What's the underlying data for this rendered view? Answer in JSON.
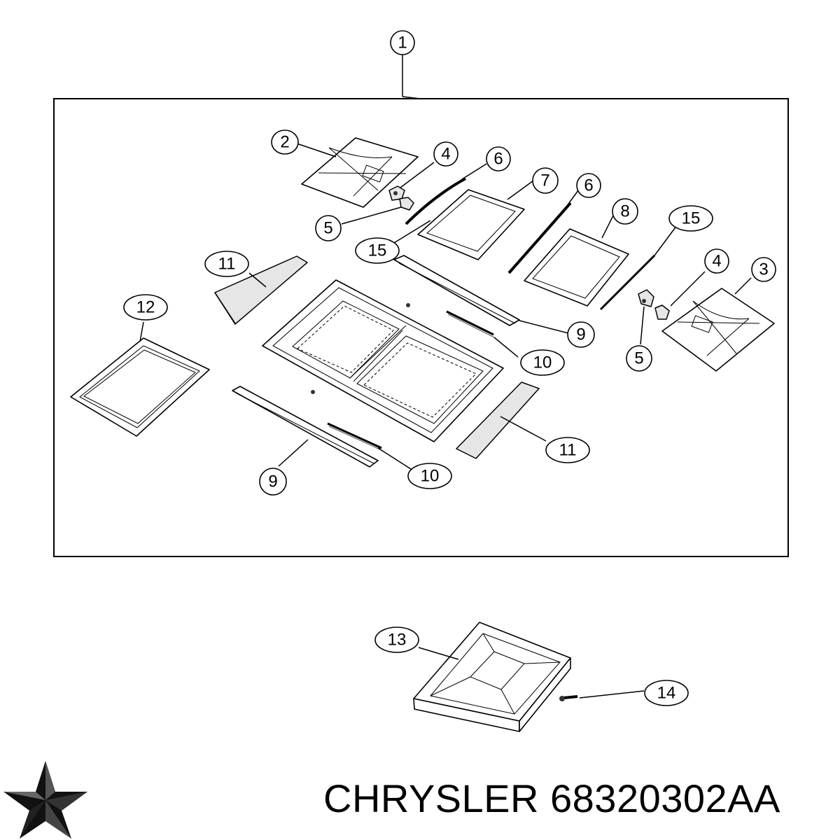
{
  "callouts": {
    "c1": "1",
    "c2": "2",
    "c3": "3",
    "c4a": "4",
    "c4b": "4",
    "c5a": "5",
    "c5b": "5",
    "c6a": "6",
    "c6b": "6",
    "c7": "7",
    "c8": "8",
    "c9a": "9",
    "c9b": "9",
    "c10a": "10",
    "c10b": "10",
    "c11a": "11",
    "c11b": "11",
    "c12": "12",
    "c13": "13",
    "c14": "14",
    "c15a": "15",
    "c15b": "15"
  },
  "footer": {
    "brand": "CHRYSLER",
    "part_number": "68320302AA"
  },
  "icons": {
    "logo": "chrysler-pentastar-logo"
  },
  "colors": {
    "line": "#000000",
    "background": "#ffffff"
  }
}
